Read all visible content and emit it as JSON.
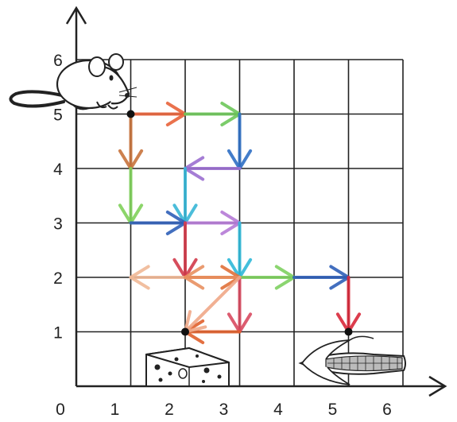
{
  "x_ticks": [
    "0",
    "1",
    "2",
    "3",
    "4",
    "5",
    "6"
  ],
  "y_ticks": [
    "1",
    "2",
    "3",
    "4",
    "5",
    "6"
  ],
  "grid": {
    "cols": 6,
    "rows": 6
  },
  "points": [
    {
      "name": "mouse-start-point",
      "x": 1,
      "y": 5
    },
    {
      "name": "cheese-point",
      "x": 2,
      "y": 1
    },
    {
      "name": "corn-point",
      "x": 5,
      "y": 1
    }
  ],
  "arrows": [
    {
      "from": [
        1,
        5
      ],
      "to": [
        2,
        5
      ],
      "color": "#e8633a"
    },
    {
      "from": [
        2,
        5
      ],
      "to": [
        3,
        5
      ],
      "color": "#6dc65a"
    },
    {
      "from": [
        1,
        5
      ],
      "to": [
        1,
        4
      ],
      "color": "#c8733c"
    },
    {
      "from": [
        1,
        4
      ],
      "to": [
        1,
        3
      ],
      "color": "#7fd05a"
    },
    {
      "from": [
        3,
        5
      ],
      "to": [
        3,
        4
      ],
      "color": "#2f6fc4"
    },
    {
      "from": [
        3,
        4
      ],
      "to": [
        2,
        4
      ],
      "color": "#9b6fd0"
    },
    {
      "from": [
        2,
        4
      ],
      "to": [
        2,
        3
      ],
      "color": "#37b6d6"
    },
    {
      "from": [
        1,
        3
      ],
      "to": [
        2,
        3
      ],
      "color": "#2f5fb8"
    },
    {
      "from": [
        2,
        3
      ],
      "to": [
        3,
        3
      ],
      "color": "#b57ad6"
    },
    {
      "from": [
        2,
        3
      ],
      "to": [
        2,
        2
      ],
      "color": "#d23a4a"
    },
    {
      "from": [
        3,
        3
      ],
      "to": [
        3,
        2
      ],
      "color": "#2fb8d8"
    },
    {
      "from": [
        2,
        2
      ],
      "to": [
        1,
        2
      ],
      "color": "#f0b896"
    },
    {
      "from": [
        2,
        2
      ],
      "to": [
        3,
        2
      ],
      "color": "#e07038"
    },
    {
      "from": [
        3,
        2
      ],
      "to": [
        2,
        2
      ],
      "color": "#e89060"
    },
    {
      "from": [
        3,
        2
      ],
      "to": [
        4,
        2
      ],
      "color": "#7ed060"
    },
    {
      "from": [
        4,
        2
      ],
      "to": [
        5,
        2
      ],
      "color": "#2f5fb8"
    },
    {
      "from": [
        5,
        2
      ],
      "to": [
        5,
        1
      ],
      "color": "#d8283a"
    },
    {
      "from": [
        3,
        2
      ],
      "to": [
        3,
        1
      ],
      "color": "#d84a60"
    },
    {
      "from": [
        3,
        1
      ],
      "to": [
        2,
        1
      ],
      "color": "#e0602c"
    },
    {
      "from": [
        3,
        2
      ],
      "to": [
        2,
        1
      ],
      "color": "#f0a888"
    }
  ],
  "icons": {
    "mouse": "mouse-icon",
    "cheese": "cheese-icon",
    "corn": "corn-icon"
  }
}
